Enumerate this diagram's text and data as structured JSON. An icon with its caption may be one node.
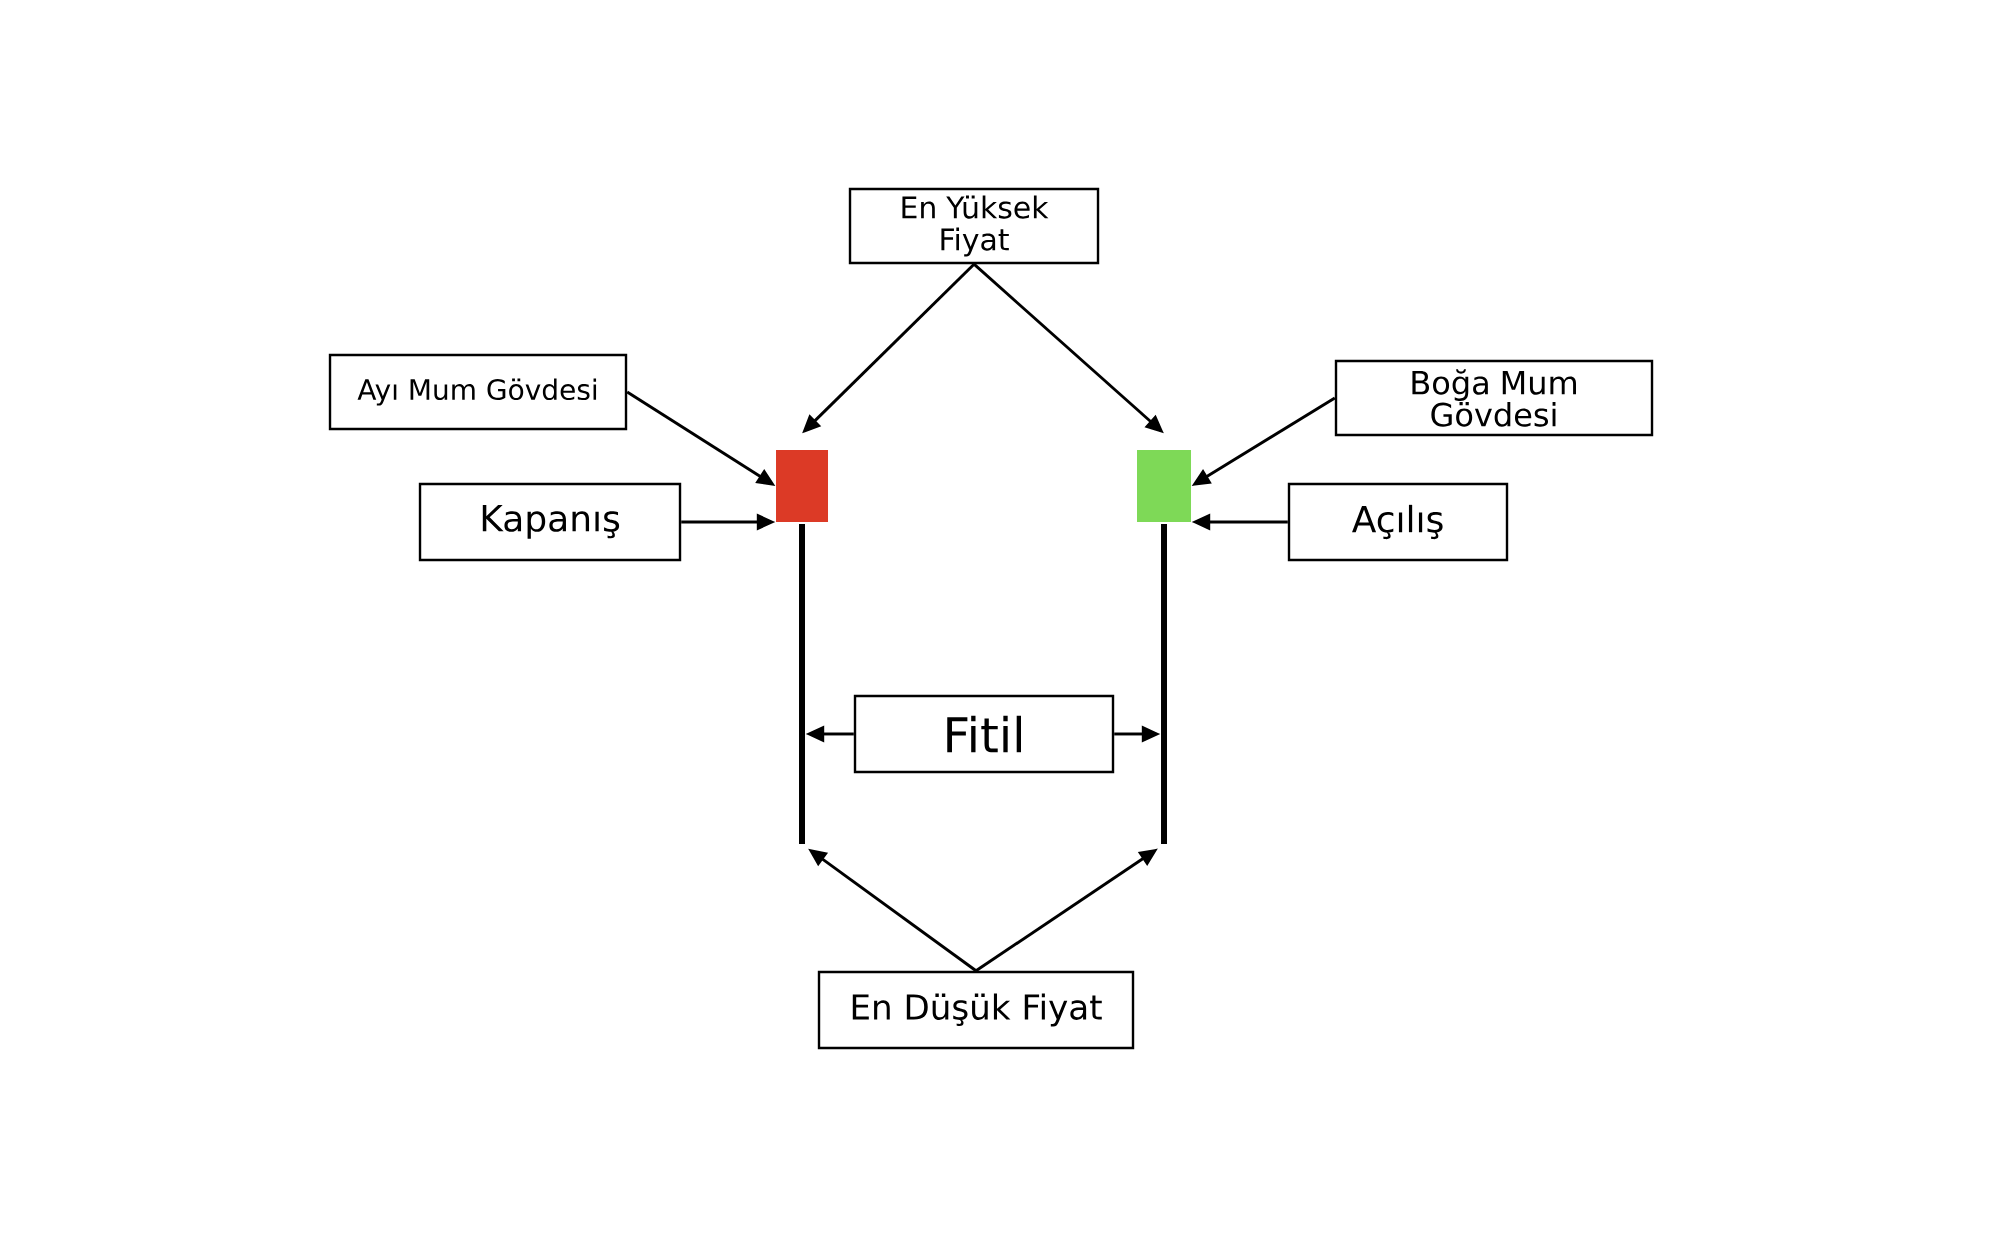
{
  "diagram": {
    "nodes": [
      {
        "text": [
          "En Yüksek Fiyat"
        ]
      },
      {
        "text": [
          "Ayı Mum Gövdesi"
        ]
      },
      {
        "text": [
          "Boğa Mum Gövdesi"
        ]
      },
      {
        "text": [
          "Kapanış"
        ]
      },
      {
        "text": [],
        "shape": "box"
      },
      {
        "text": [],
        "shape": "box"
      },
      {
        "text": [
          "Açılış"
        ]
      },
      {
        "text": [],
        "shape": "line"
      },
      {
        "text": [],
        "shape": "line"
      },
      {
        "text": [
          "Fitil"
        ]
      },
      {
        "text": [
          "En Düşük Fiyat"
        ]
      }
    ],
    "edges": [
      {
        "from": 0,
        "to": 4,
        "arrow": "to"
      },
      {
        "from": 0,
        "to": 5,
        "arrow": "to"
      },
      {
        "from": 1,
        "to": 4,
        "arrow": "to"
      },
      {
        "from": 3,
        "to": 4,
        "arrow": "to"
      },
      {
        "from": 2,
        "to": 5,
        "arrow": "to"
      },
      {
        "from": 6,
        "to": 5,
        "arrow": "to"
      },
      {
        "from": 9,
        "to": 7,
        "arrow": "to"
      },
      {
        "from": 9,
        "to": 8,
        "arrow": "to"
      },
      {
        "from": 10,
        "to": 7,
        "arrow": "to"
      },
      {
        "from": 10,
        "to": 8,
        "arrow": "to"
      }
    ]
  }
}
